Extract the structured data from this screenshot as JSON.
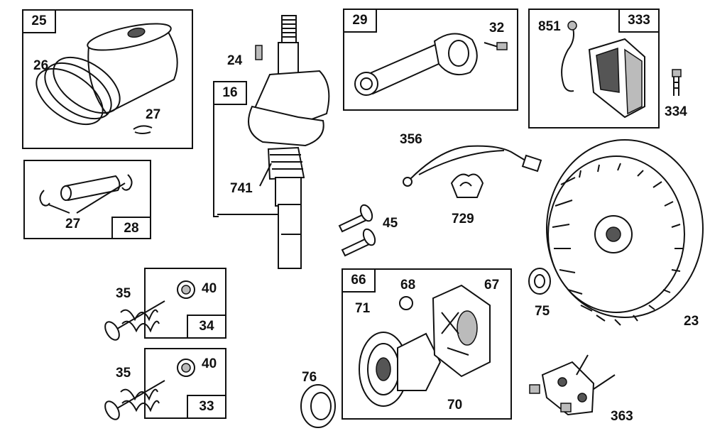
{
  "groups": {
    "g25": "25",
    "g28": "28",
    "g16": "16",
    "g29": "29",
    "g333": "333",
    "g34": "34",
    "g33": "33",
    "g66": "66"
  },
  "parts": {
    "p24": "24",
    "p26": "26",
    "p27a": "27",
    "p27b": "27",
    "p741": "741",
    "p32": "32",
    "p851": "851",
    "p334": "334",
    "p356": "356",
    "p729": "729",
    "p45": "45",
    "p35a": "35",
    "p40a": "40",
    "p35b": "35",
    "p40b": "40",
    "p71": "71",
    "p68": "68",
    "p67": "67",
    "p70": "70",
    "p75": "75",
    "p76": "76",
    "p23": "23",
    "p363": "363"
  }
}
